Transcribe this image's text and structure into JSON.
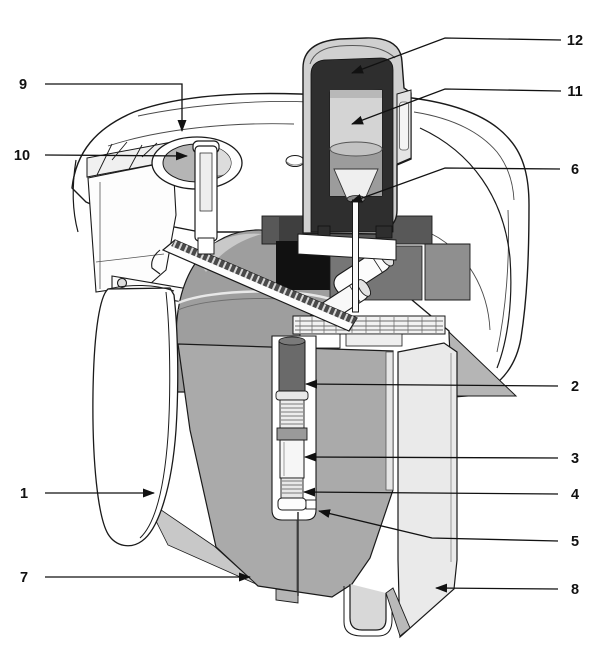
{
  "diagram": {
    "description": "cutaway technical illustration with numbered callouts",
    "palette": {
      "ink": "#1a1a1a",
      "white": "#ffffff",
      "light_gray": "#e9e9e9",
      "mid_gray": "#aaaaaa",
      "dome_gray": "#9e9e9e",
      "dark_gray": "#585858",
      "lining_dark": "#2e2e2e",
      "near_black": "#111111"
    },
    "callouts": [
      {
        "number": "1"
      },
      {
        "number": "2"
      },
      {
        "number": "3"
      },
      {
        "number": "4"
      },
      {
        "number": "5"
      },
      {
        "number": "6"
      },
      {
        "number": "7"
      },
      {
        "number": "8"
      },
      {
        "number": "9"
      },
      {
        "number": "10"
      },
      {
        "number": "11"
      },
      {
        "number": "12"
      }
    ]
  }
}
